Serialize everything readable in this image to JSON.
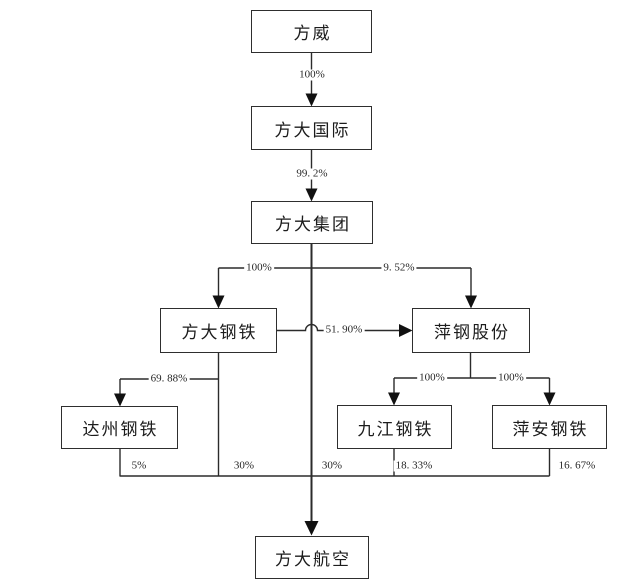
{
  "diagram": {
    "type": "equity-ownership-flowchart",
    "nodes": {
      "fangwei": "方威",
      "fangda_international": "方大国际",
      "fangda_group": "方大集团",
      "fangda_steel": "方大钢铁",
      "pinggang_shares": "萍钢股份",
      "dazhou_steel": "达州钢铁",
      "jiujiang_steel": "九江钢铁",
      "pingan_steel": "萍安钢铁",
      "fangda_aviation": "方大航空"
    },
    "ownership_labels": {
      "fangwei_to_international": "100%",
      "international_to_group": "99. 2%",
      "group_to_steel": "100%",
      "group_to_pinggang": "9. 52%",
      "steel_to_pinggang": "51. 90%",
      "steel_to_dazhou": "69. 88%",
      "pinggang_to_jiujiang": "100%",
      "pinggang_to_pingan": "100%",
      "dazhou_to_aviation": "5%",
      "steel_to_aviation": "30%",
      "group_to_aviation": "30%",
      "jiujiang_to_aviation": "18. 33%",
      "pingan_to_aviation": "16. 67%"
    },
    "edges": [
      {
        "from": "方威",
        "to": "方大国际",
        "label": "100%"
      },
      {
        "from": "方大国际",
        "to": "方大集团",
        "label": "99. 2%"
      },
      {
        "from": "方大集团",
        "to": "方大钢铁",
        "label": "100%"
      },
      {
        "from": "方大集团",
        "to": "萍钢股份",
        "label": "9. 52%"
      },
      {
        "from": "方大钢铁",
        "to": "萍钢股份",
        "label": "51. 90%"
      },
      {
        "from": "方大钢铁",
        "to": "达州钢铁",
        "label": "69. 88%"
      },
      {
        "from": "萍钢股份",
        "to": "九江钢铁",
        "label": "100%"
      },
      {
        "from": "萍钢股份",
        "to": "萍安钢铁",
        "label": "100%"
      },
      {
        "from": "达州钢铁",
        "to": "方大航空",
        "label": "5%"
      },
      {
        "from": "方大钢铁",
        "to": "方大航空",
        "label": "30%"
      },
      {
        "from": "方大集团",
        "to": "方大航空",
        "label": "30%"
      },
      {
        "from": "九江钢铁",
        "to": "方大航空",
        "label": "18. 33%"
      },
      {
        "from": "萍安钢铁",
        "to": "方大航空",
        "label": "16. 67%"
      }
    ],
    "colors": {
      "line": "#2b2b2b",
      "arrow": "#111111",
      "box_border": "#2e2e2e",
      "background": "#ffffff",
      "text": "#1c1c1c"
    }
  }
}
